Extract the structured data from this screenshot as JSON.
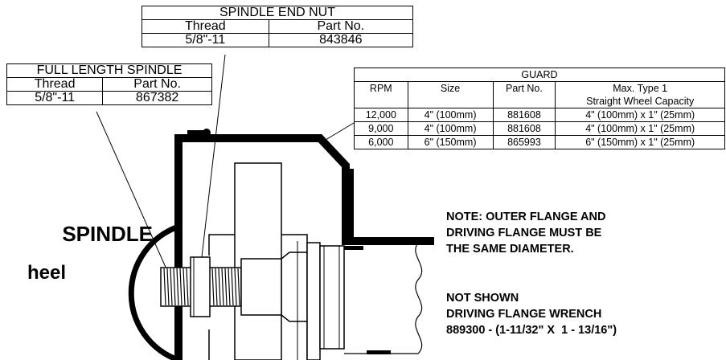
{
  "spindle_end_nut": {
    "title": "SPINDLE END NUT",
    "headers": [
      "Thread",
      "Part No."
    ],
    "row": [
      "5/8\"-11",
      "843846"
    ]
  },
  "full_length_spindle": {
    "title": "FULL LENGTH SPINDLE",
    "headers": [
      "Thread",
      "Part No."
    ],
    "row": [
      "5/8\"-11",
      "867382"
    ]
  },
  "guard": {
    "title": "GUARD",
    "headers": [
      "RPM",
      "Size",
      "Part No.",
      "Max. Type 1"
    ],
    "header_sub": "Straight Wheel Capacity",
    "rows": [
      [
        "12,000",
        "4\" (100mm)",
        "881608",
        "4\" (100mm) x 1\" (25mm)"
      ],
      [
        "9,000",
        "4\" (100mm)",
        "881608",
        "4\" (100mm) x 1\" (25mm)"
      ],
      [
        "6,000",
        "6\" (150mm)",
        "865993",
        "6\" (150mm) x 1\" (25mm)"
      ]
    ]
  },
  "notes": {
    "flange": [
      "NOTE: OUTER FLANGE AND",
      "DRIVING FLANGE MUST BE",
      "THE SAME DIAMETER."
    ],
    "wrench": [
      "NOT SHOWN",
      "DRIVING FLANGE WRENCH",
      "889300 - (1-11/32\" X  1 - 13/16\")"
    ]
  },
  "headings": {
    "spindle": "SPINDLE",
    "wheel": "heel"
  }
}
